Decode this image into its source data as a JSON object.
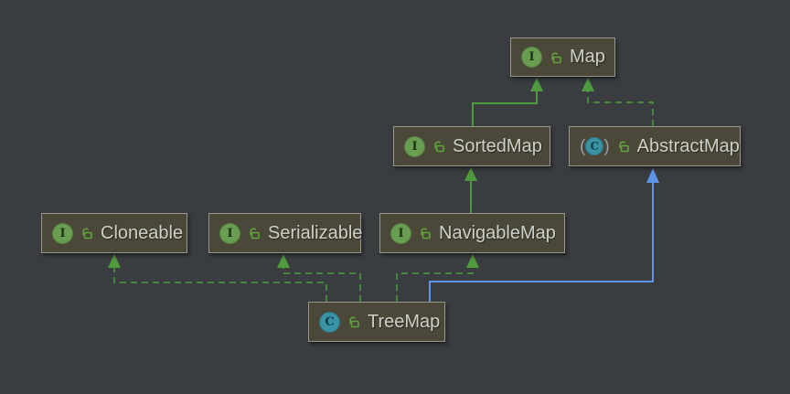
{
  "diagram": {
    "kind": "uml-class-diagram",
    "colors": {
      "background": "#3a3d40",
      "node_fill": "#4b4839",
      "node_border": "#98988f",
      "node_text": "#cdd0c9",
      "interface_icon": "#699e52",
      "class_icon": "#3a93a5",
      "lock_icon": "#60a33a",
      "edge_extends_interface": "#4e9a3d",
      "edge_implements": "#4c8f3e",
      "edge_extends_class": "#5c95e8"
    }
  },
  "nodes": {
    "map": {
      "label": "Map",
      "kind": "interface",
      "icon_letter": "I"
    },
    "sortedmap": {
      "label": "SortedMap",
      "kind": "interface",
      "icon_letter": "I"
    },
    "abstractmap": {
      "label": "AbstractMap",
      "kind": "abstract-class",
      "icon_letter": "C",
      "paren_open": "(",
      "paren_close": ")"
    },
    "cloneable": {
      "label": "Cloneable",
      "kind": "interface",
      "icon_letter": "I"
    },
    "serializable": {
      "label": "Serializable",
      "kind": "interface",
      "icon_letter": "I"
    },
    "navigablemap": {
      "label": "NavigableMap",
      "kind": "interface",
      "icon_letter": "I"
    },
    "treemap": {
      "label": "TreeMap",
      "kind": "class",
      "icon_letter": "C"
    }
  },
  "edges": [
    {
      "from": "SortedMap",
      "to": "Map",
      "relation": "extends",
      "style": "solid-green"
    },
    {
      "from": "AbstractMap",
      "to": "Map",
      "relation": "implements",
      "style": "dashed-green"
    },
    {
      "from": "NavigableMap",
      "to": "SortedMap",
      "relation": "extends",
      "style": "solid-green"
    },
    {
      "from": "TreeMap",
      "to": "Cloneable",
      "relation": "implements",
      "style": "dashed-green"
    },
    {
      "from": "TreeMap",
      "to": "Serializable",
      "relation": "implements",
      "style": "dashed-green"
    },
    {
      "from": "TreeMap",
      "to": "NavigableMap",
      "relation": "implements",
      "style": "dashed-green"
    },
    {
      "from": "TreeMap",
      "to": "AbstractMap",
      "relation": "extends",
      "style": "solid-blue"
    }
  ]
}
